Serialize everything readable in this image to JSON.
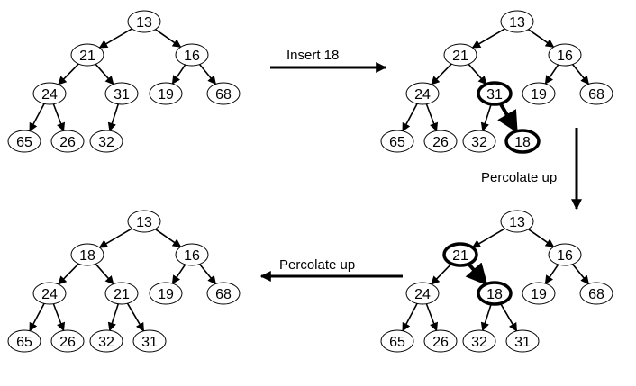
{
  "steps": {
    "insert": "Insert 18",
    "percolate_1": "Percolate up",
    "percolate_2": "Percolate up"
  },
  "trees": [
    {
      "name": "initial-heap",
      "nodes": [
        "13",
        "21",
        "16",
        "24",
        "31",
        "19",
        "68",
        "65",
        "26",
        "32"
      ],
      "highlighted": []
    },
    {
      "name": "after-insert",
      "nodes": [
        "13",
        "21",
        "16",
        "24",
        "31",
        "19",
        "68",
        "65",
        "26",
        "32",
        "18"
      ],
      "highlighted": [
        "31",
        "18"
      ]
    },
    {
      "name": "after-first-percolate",
      "nodes": [
        "13",
        "21",
        "16",
        "24",
        "18",
        "19",
        "68",
        "65",
        "26",
        "32",
        "31"
      ],
      "highlighted": [
        "21",
        "18"
      ]
    },
    {
      "name": "after-second-percolate",
      "nodes": [
        "13",
        "18",
        "16",
        "24",
        "21",
        "19",
        "68",
        "65",
        "26",
        "32",
        "31"
      ],
      "highlighted": []
    }
  ]
}
